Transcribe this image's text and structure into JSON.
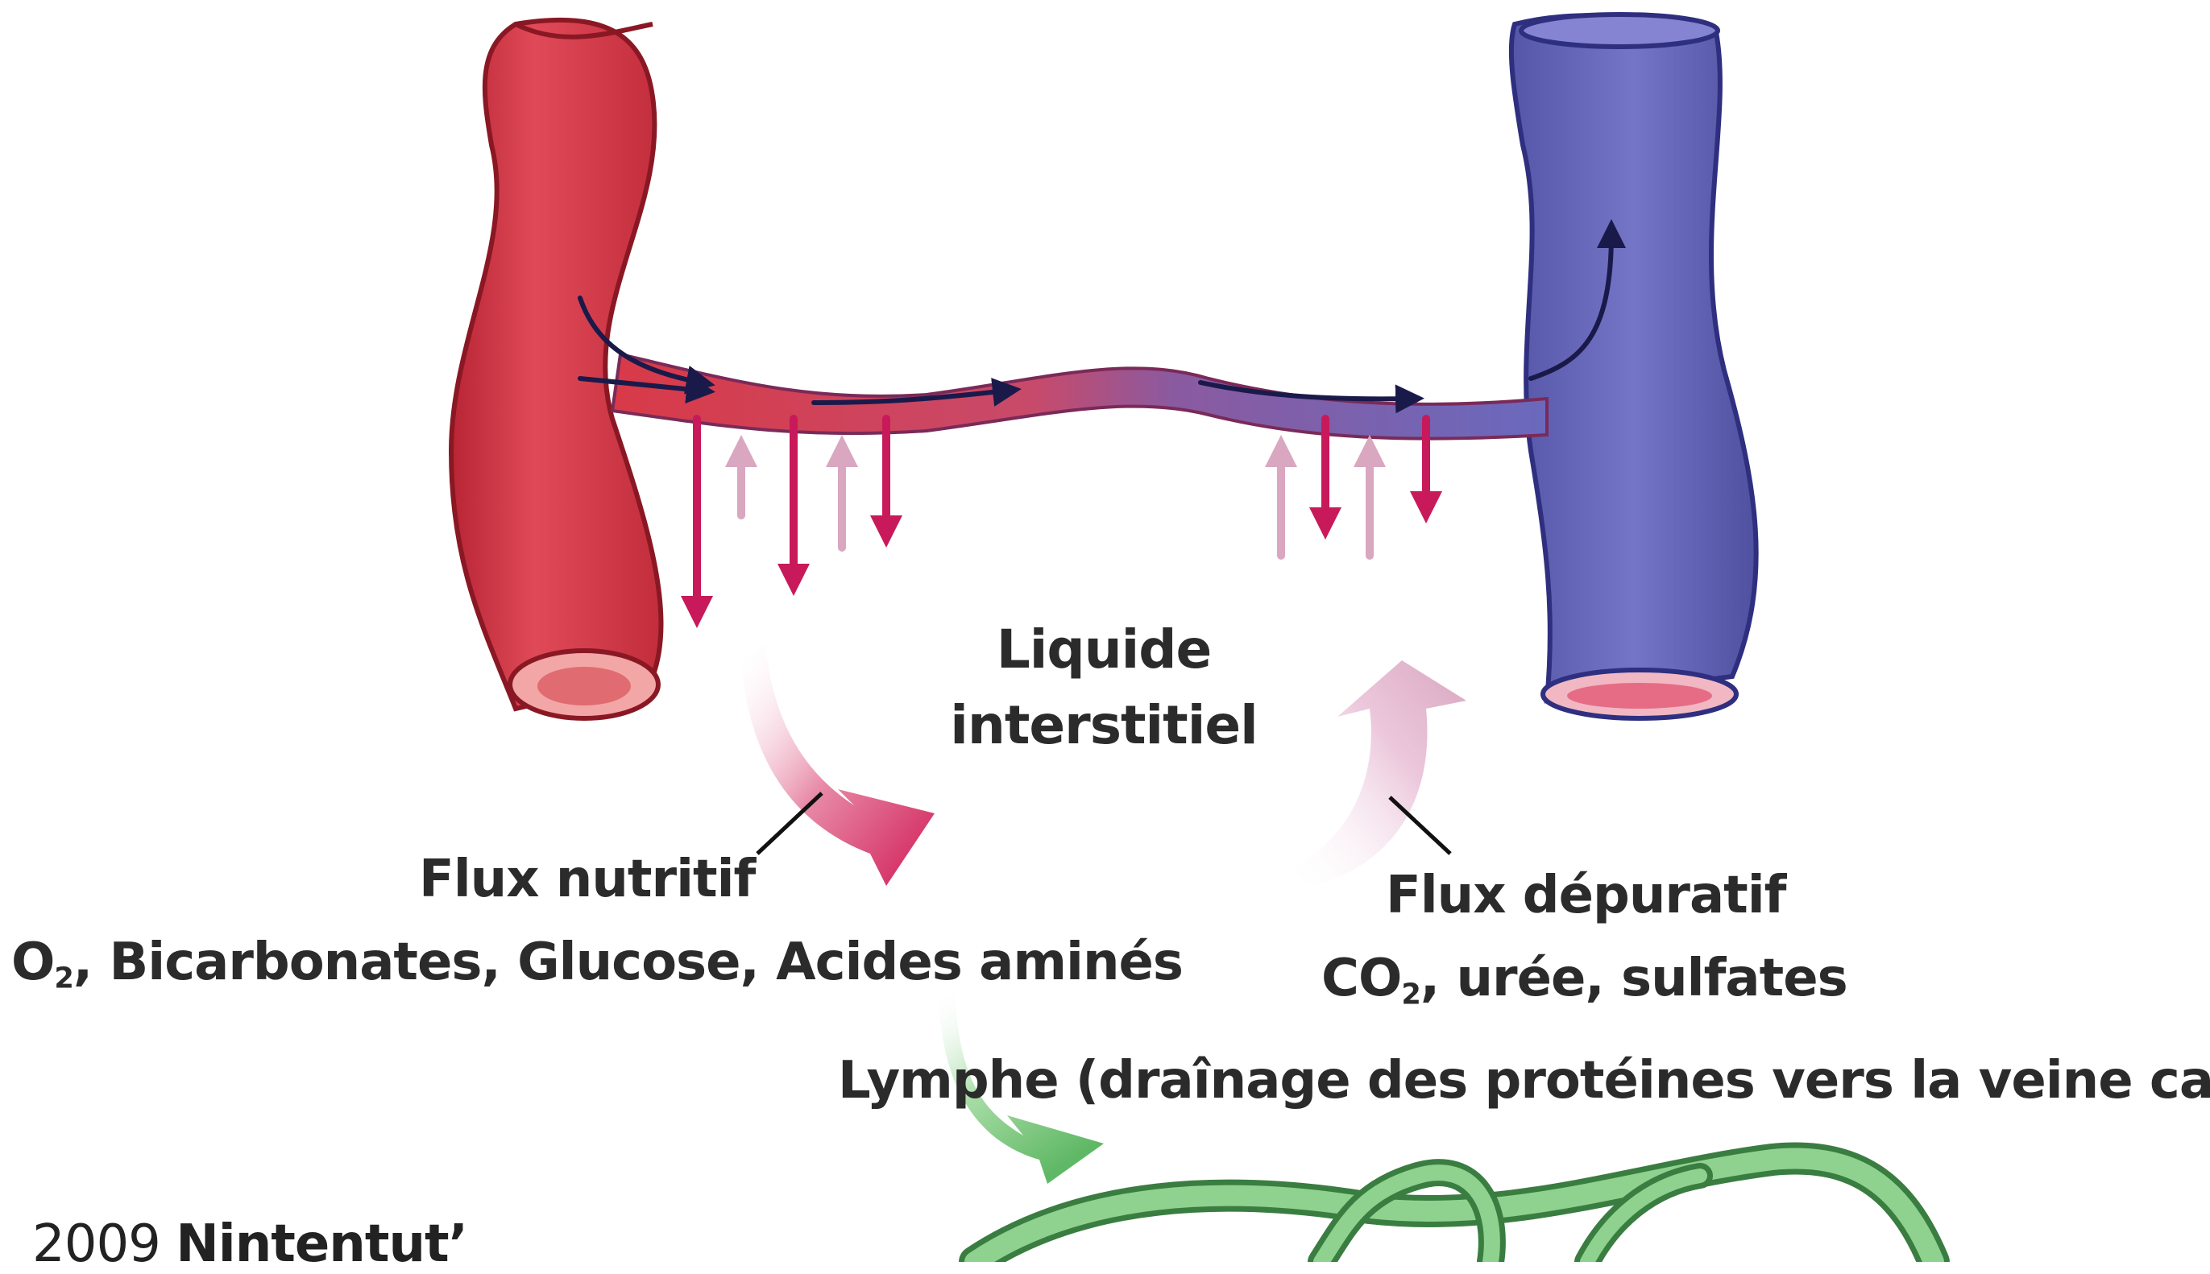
{
  "colors": {
    "artery": "#d83a48",
    "artery_dark": "#a81f2e",
    "vein": "#6a69bd",
    "vein_dark": "#42429a",
    "capillary_mid": "#9a4a86",
    "arrow_out": "#c8195a",
    "arrow_in": "#d9a7c0",
    "flow_arrow": "#1a1a4a",
    "lymph": "#5aa860",
    "lymph_light": "#8fd18e",
    "text": "#2b2b2b"
  },
  "labels": {
    "liquide_line1": "Liquide",
    "liquide_line2": "interstitiel",
    "flux_nutritif_title": "Flux nutritif",
    "flux_nutritif_o": "O",
    "flux_nutritif_sub": "2",
    "flux_nutritif_rest": ", Bicarbonates, Glucose, Acides aminés",
    "flux_depuratif_title": "Flux dépuratif",
    "flux_depuratif_co": "CO",
    "flux_depuratif_sub": "2",
    "flux_depuratif_rest": ", urée, sulfates",
    "lymphe": "Lymphe (draînage des protéines vers la veine cave)",
    "credit_year": "2009 ",
    "credit_name": "Nintentut’"
  },
  "icons": {
    "artery": "artery-vessel",
    "vein": "vein-vessel",
    "capillary": "capillary-tube",
    "lymph": "lymph-vessel"
  }
}
